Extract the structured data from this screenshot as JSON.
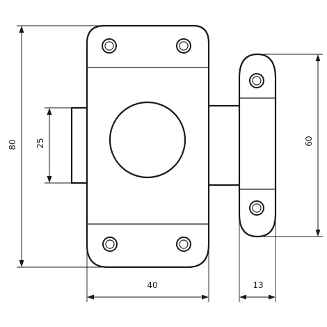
{
  "dimensions": {
    "overall_height": "80",
    "bolt_height": "25",
    "keeper_height": "60",
    "body_width": "40",
    "keeper_width": "13"
  },
  "colors": {
    "line": "#1a1a1a",
    "background": "#ffffff"
  }
}
